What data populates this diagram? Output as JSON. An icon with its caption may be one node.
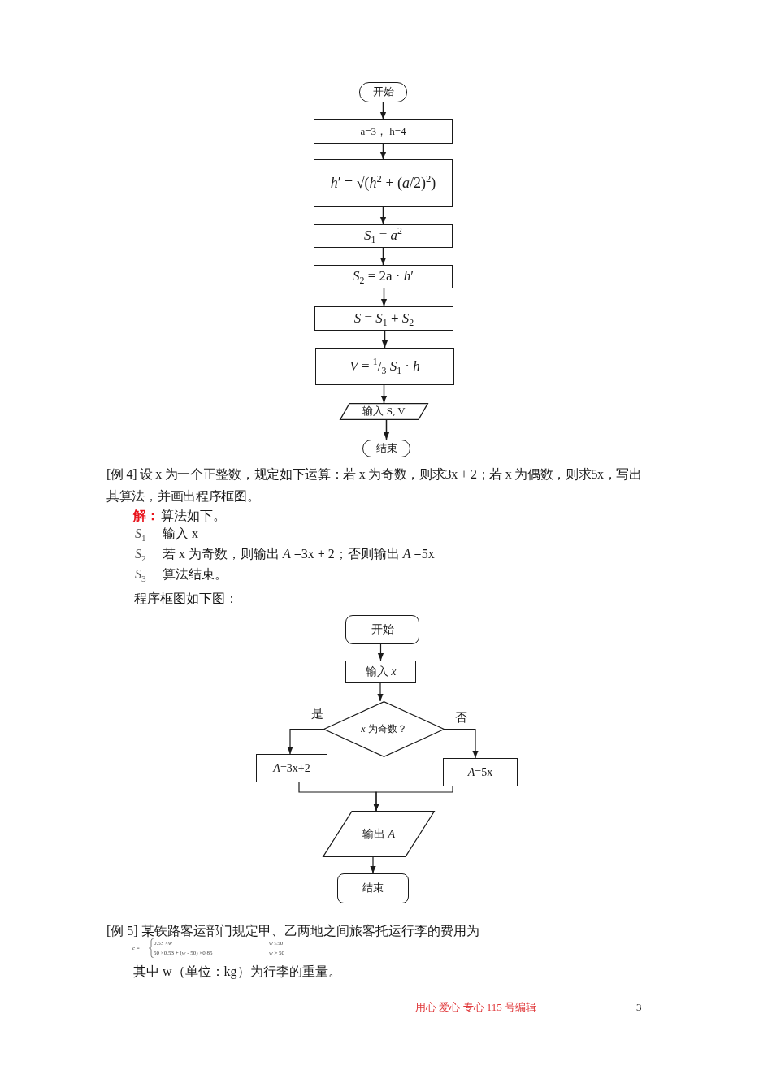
{
  "diagram": {
    "nodes": [
      {
        "text": [
          "开始"
        ]
      },
      {
        "text": [
          "a=3， h=4"
        ]
      },
      {
        "text": [
          "*h*′ = √(*h*$^{2}$ + (*a*/2)$^{2}$)"
        ]
      },
      {
        "text": [
          "*S*$_{1}$ = *a*$^{2}$"
        ]
      },
      {
        "text": [
          "*S*$_{2}$ = 2a · *h*′"
        ]
      },
      {
        "text": [
          "*S* = *S*$_{1}$ + *S*$_{2}$"
        ]
      },
      {
        "text": [
          "*V* = $^{1}$/$_{3}$ *S*$_{1}$ · *h*"
        ]
      },
      {
        "text": [
          "输入 S, V"
        ]
      },
      {
        "text": [
          "结束"
        ]
      },
      {
        "text": [
          "开始"
        ]
      },
      {
        "text": [
          "输入 *x*"
        ]
      },
      {
        "text": [
          "*x* 为奇数？"
        ]
      },
      {
        "text": [
          "*A*=3x+2"
        ]
      },
      {
        "text": [
          "*A*=5x"
        ]
      },
      {
        "text": [
          "输出 *A*"
        ]
      },
      {
        "text": [
          "结束"
        ]
      }
    ],
    "edges": [
      {
        "from": 0,
        "to": 1,
        "arrow": "to"
      },
      {
        "from": 1,
        "to": 2,
        "arrow": "to"
      },
      {
        "from": 2,
        "to": 3,
        "arrow": "to"
      },
      {
        "from": 3,
        "to": 4,
        "arrow": "to"
      },
      {
        "from": 4,
        "to": 5,
        "arrow": "to"
      },
      {
        "from": 5,
        "to": 6,
        "arrow": "to"
      },
      {
        "from": 6,
        "to": 7,
        "arrow": "to"
      },
      {
        "from": 7,
        "to": 8,
        "arrow": "to"
      },
      {
        "from": 9,
        "to": 10,
        "arrow": "to"
      },
      {
        "from": 10,
        "to": 11,
        "arrow": "to"
      },
      {
        "from": 11,
        "to": 12,
        "arrow": "to",
        "label": "是"
      },
      {
        "from": 11,
        "to": 13,
        "arrow": "to",
        "label": "否"
      },
      {
        "from": 12,
        "to": 14,
        "arrow": "to"
      },
      {
        "from": 13,
        "to": 14,
        "arrow": "to"
      },
      {
        "from": 14,
        "to": 15,
        "arrow": "to"
      }
    ],
    "labels": [
      "[例 4] 设 x 为一个正整数，规定如下运算：若 x 为奇数，则求3x + 2；若 x 为偶数，则求5x，写出其算法，并画出程序框图。",
      "解：",
      "算法如下。",
      "*S*$_{1}$",
      "输入 x",
      "*S*$_{2}$",
      "若 x 为奇数，则输出 *A* =3x + 2；否则输出 *A* =5x",
      "*S*$_{3}$",
      "算法结束。",
      "程序框图如下图：",
      "[例 5] 某铁路客运部门规定甲、乙两地之间旅客托运行李的费用为",
      "*c* =",
      "0.53 ×*w*",
      "*w* ≤50",
      "50 ×0.53 + (*w* - 50) ×0.85",
      "*w* > 50",
      "其中 w（单位：kg）为行李的重量。",
      "用心 爱心 专心 115 号编辑",
      "3"
    ]
  }
}
